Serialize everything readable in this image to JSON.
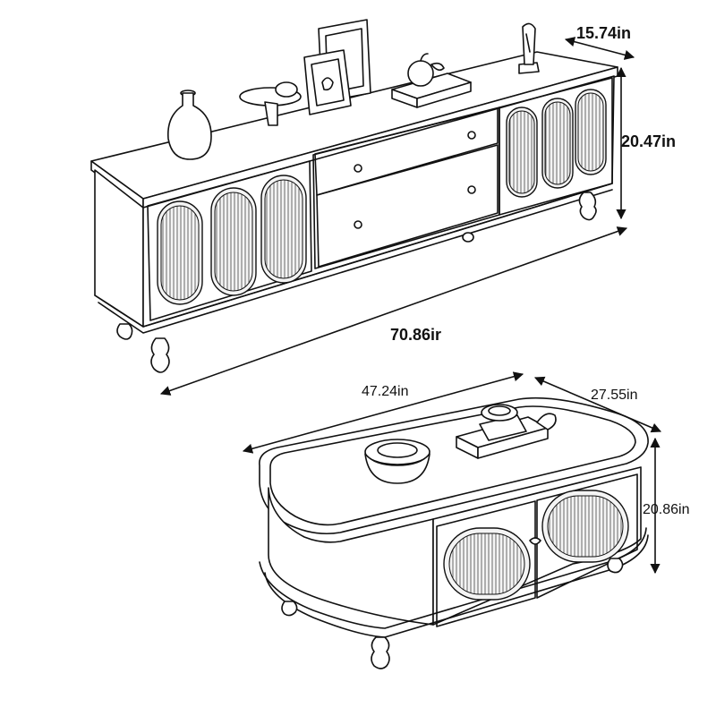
{
  "tv_cabinet": {
    "depth_label": "15.74in",
    "height_label": "20.47in",
    "width_label": "70.86ir"
  },
  "coffee_table": {
    "length_label": "47.24in",
    "width_label": "27.55in",
    "height_label": "20.86in"
  }
}
